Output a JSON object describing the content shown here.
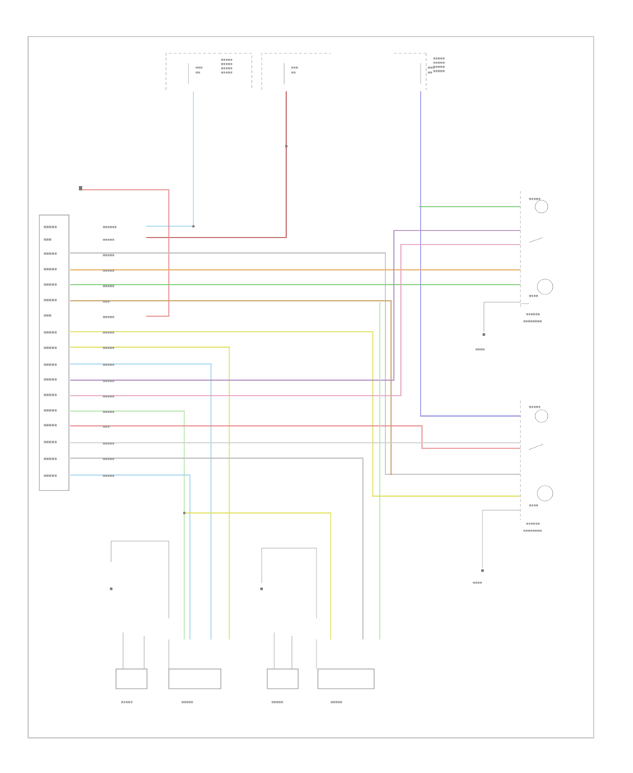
{
  "diagram": {
    "colors": {
      "frame": "#c4c4c4",
      "wire_lt_green": "#b8e6b0",
      "wire_lt_blue": "#a9d8ee",
      "wire_red": "#e89090",
      "wire_dark_red": "#b85050",
      "wire_blue": "#8f90e0",
      "wire_green": "#70cc70",
      "wire_yellow": "#e0e060",
      "wire_orange": "#e8b060",
      "wire_tan": "#c9a060",
      "wire_pink": "#e5a0c0",
      "wire_gray": "#bcbcbc",
      "wire_purple": "#b090c0"
    },
    "fuse_boxes": [
      {
        "name": "fuse-block-left"
      },
      {
        "name": "fuse-block-center"
      },
      {
        "name": "fuse-block-right"
      }
    ],
    "module": {
      "name": "heated-seat-module",
      "pin_count": 17
    },
    "left_switch": {
      "name": "driver-seat-switch"
    },
    "right_switch": {
      "name": "passenger-seat-switch"
    },
    "elements": [
      {
        "name": "left-cushion-heater"
      },
      {
        "name": "left-back-heater"
      },
      {
        "name": "right-cushion-heater"
      },
      {
        "name": "right-back-heater"
      }
    ]
  }
}
